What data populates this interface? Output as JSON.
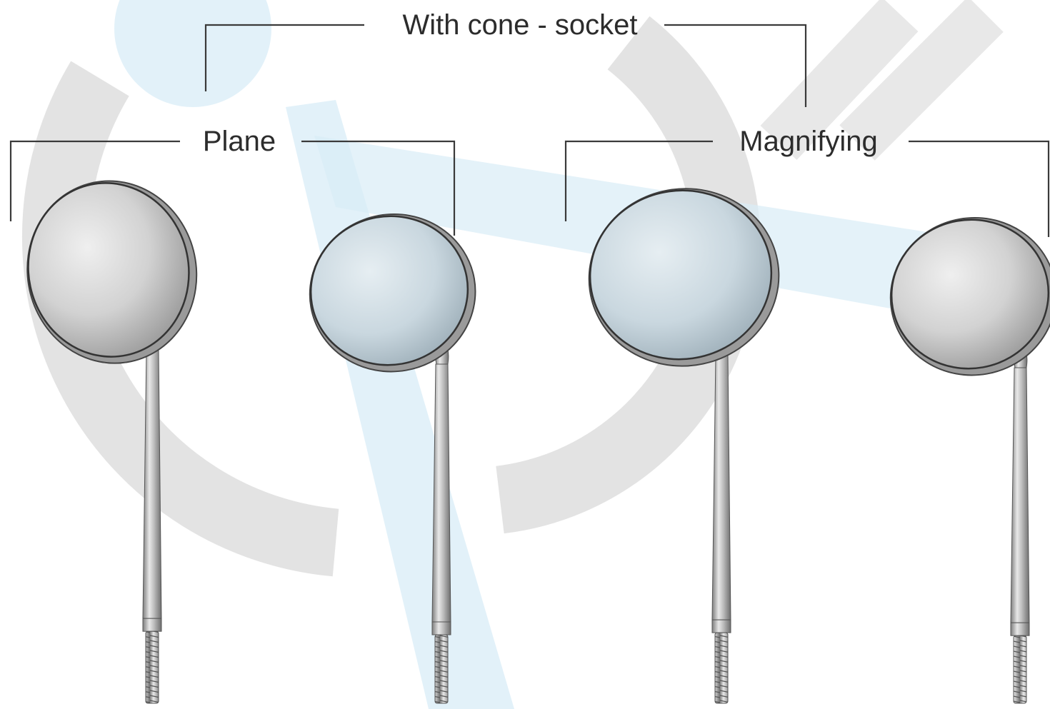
{
  "labels": {
    "top": "With cone - socket",
    "left_group": "Plane",
    "right_group": "Magnifying"
  },
  "colors": {
    "bracket_line": "#3a3a3a",
    "label_text": "#2c2c2c",
    "watermark_gray": "#d9d9d9",
    "watermark_blue": "#d8ecf7"
  },
  "mirrors": [
    {
      "name": "plane-mirror-1",
      "group": "Plane"
    },
    {
      "name": "plane-mirror-2",
      "group": "Plane"
    },
    {
      "name": "magnifying-mirror-1",
      "group": "Magnifying"
    },
    {
      "name": "magnifying-mirror-2",
      "group": "Magnifying"
    }
  ]
}
